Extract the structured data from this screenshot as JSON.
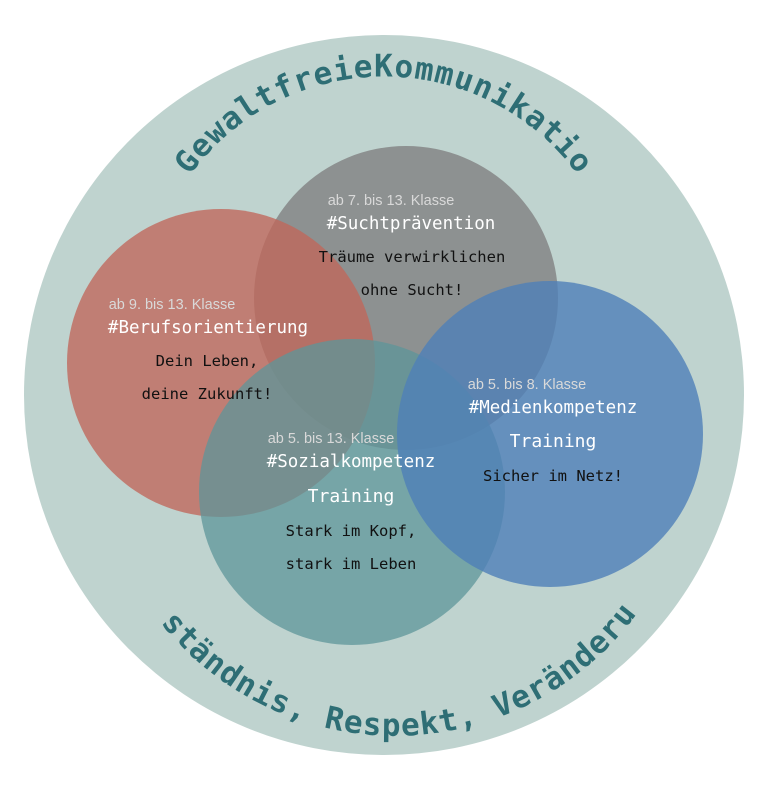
{
  "outer": {
    "top_text": "#GewaltfreieKommunikation",
    "bottom_text": "Verständnis, Respekt, Veränderung!",
    "color": "#bfd3cf",
    "text_color": "#2e6e75"
  },
  "circles": {
    "sucht": {
      "grade": "ab 7. bis 13. Klasse",
      "tag": "#Suchtprävention",
      "line1": "Träume verwirklichen",
      "line2": "ohne Sucht!",
      "color": "#7f7f7f"
    },
    "beruf": {
      "grade": "ab 9. bis 13. Klasse",
      "tag": "#Berufsorientierung",
      "line1": "Dein Leben,",
      "line2": "deine Zukunft!",
      "color": "#c0675a"
    },
    "medien": {
      "grade": "ab 5. bis 8. Klasse",
      "tag": "#Medienkompetenz",
      "training": "Training",
      "line1": "Sicher im Netz!",
      "color": "#4f7fb8"
    },
    "sozial": {
      "grade": "ab 5. bis 13. Klasse",
      "tag": "#Sozialkompetenz",
      "training": "Training",
      "line1": "Stark im Kopf,",
      "line2": "stark im Leben",
      "color": "#5e9699"
    }
  }
}
